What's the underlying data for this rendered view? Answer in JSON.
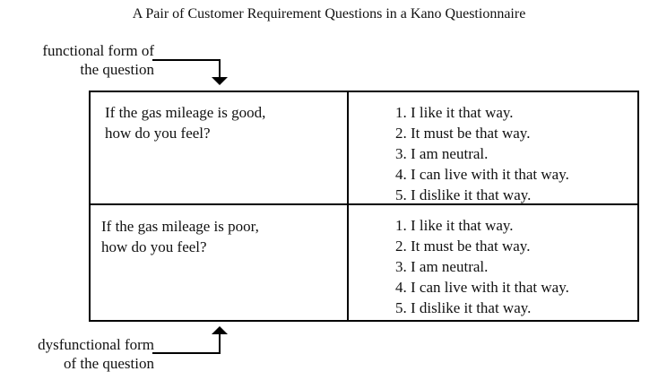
{
  "title": "A Pair of Customer Requirement Questions in a Kano Questionnaire",
  "labels": {
    "functional": [
      "functional form of",
      "the question"
    ],
    "dysfunctional": [
      "dysfunctional form",
      "of the question"
    ]
  },
  "questions": [
    {
      "text": [
        "If the gas mileage is good,",
        "how do you feel?"
      ]
    },
    {
      "text": [
        "If the gas mileage is poor,",
        "how do you feel?"
      ]
    }
  ],
  "answers": [
    "1.  I like it that way.",
    "2.  It must be that way.",
    "3.  I am neutral.",
    "4.  I can live with it that way.",
    "5.  I dislike it that way."
  ]
}
